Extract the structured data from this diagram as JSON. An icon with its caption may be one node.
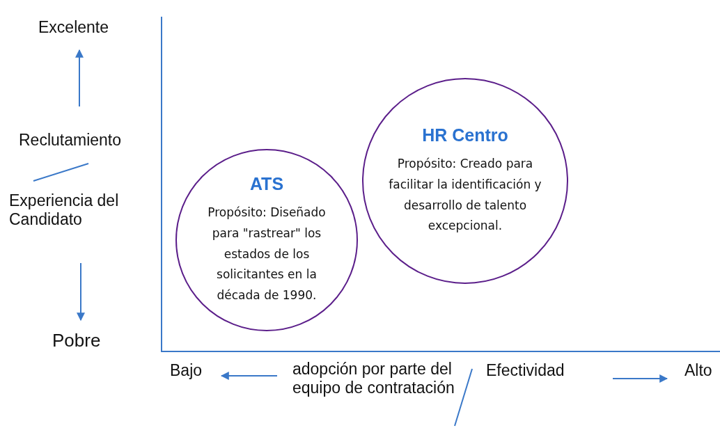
{
  "diagram": {
    "nodes": [
      {
        "text": [
          "ATS",
          "Propósito: Diseñado para \"rastrear\" los estados de los solicitantes en la década de 1990."
        ]
      },
      {
        "text": [
          "HR Centro",
          "Propósito: Creado para facilitar la identificación y desarrollo de talento excepcional."
        ]
      }
    ],
    "labels": [
      "Excelente",
      "Reclutamiento",
      "Experiencia del Candidato",
      "Pobre",
      "Bajo",
      "adopción por parte del equipo de contratación",
      "Efectividad",
      "Alto"
    ]
  }
}
